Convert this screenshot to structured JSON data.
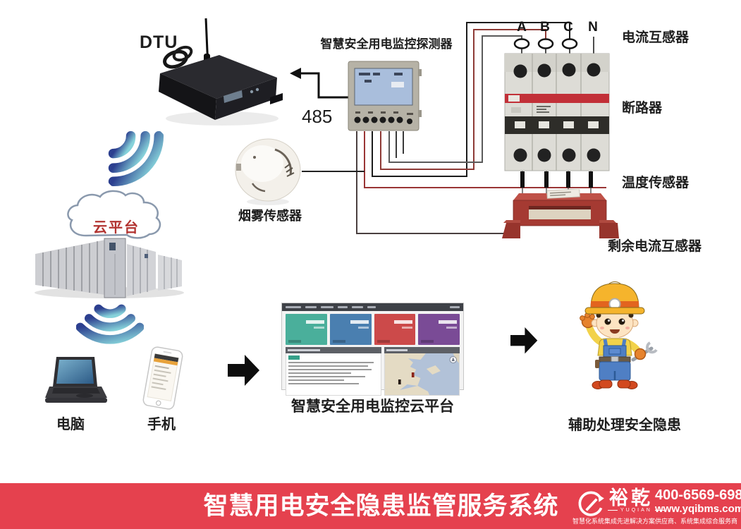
{
  "diagram": {
    "dtu_label": "DTU",
    "bus_label": "485",
    "detector_label": "智慧安全用电监控探测器",
    "phase_labels": [
      "A",
      "B",
      "C",
      "N"
    ],
    "current_transformer_label": "电流互感器",
    "breaker_label": "断路器",
    "temperature_sensor_label": "温度传感器",
    "residual_ct_label": "剩余电流互感器",
    "smoke_sensor_label": "烟雾传感器",
    "cloud_label": "云平台",
    "computer_label": "电脑",
    "phone_label": "手机",
    "platform_label": "智慧安全用电监控云平台",
    "worker_label": "辅助处理安全隐患"
  },
  "banner": {
    "title": "智慧用电安全隐患监管服务系统",
    "brand_name": "裕乾",
    "brand_sub": "YUQIAN",
    "phone": "400-6569-698",
    "website": "www.yqibms.com",
    "tagline": "智慧化系统集成先进解决方案供应商、系统集成综合服务商"
  },
  "colors": {
    "banner_red": "#e5414e",
    "wifi_gradient": [
      "#86d2da",
      "#2c3f8f"
    ],
    "cloud_text_red": "#b23431",
    "breaker_stripe_red": "#c23038",
    "residual_ct_red": "#a53a32",
    "dashboard_cards": [
      "#4aaf9b",
      "#4a7fb0",
      "#cc4a4a",
      "#7a4b96"
    ]
  }
}
